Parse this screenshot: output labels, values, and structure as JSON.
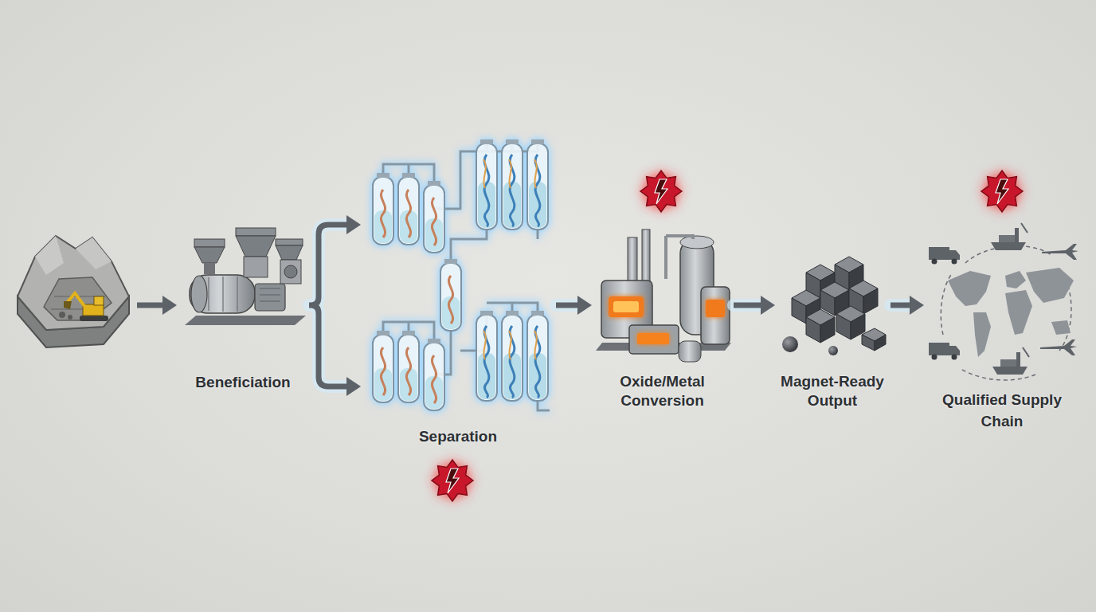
{
  "diagram": {
    "nodes": [
      {
        "text": [
          "Beneficiation"
        ]
      },
      {
        "text": [
          "Separation"
        ]
      },
      {
        "text": [
          "Oxide/Metal Conversion"
        ]
      },
      {
        "text": [
          "Magnet-Ready Output"
        ]
      },
      {
        "text": [
          "Qualified Supply Chain"
        ]
      }
    ],
    "edges": [
      {
        "from": 0,
        "to": 1,
        "arrow": "to"
      },
      {
        "from": 1,
        "to": 2,
        "arrow": "to"
      },
      {
        "from": 2,
        "to": 3,
        "arrow": "to"
      },
      {
        "from": 3,
        "to": 4,
        "arrow": "to"
      }
    ]
  }
}
